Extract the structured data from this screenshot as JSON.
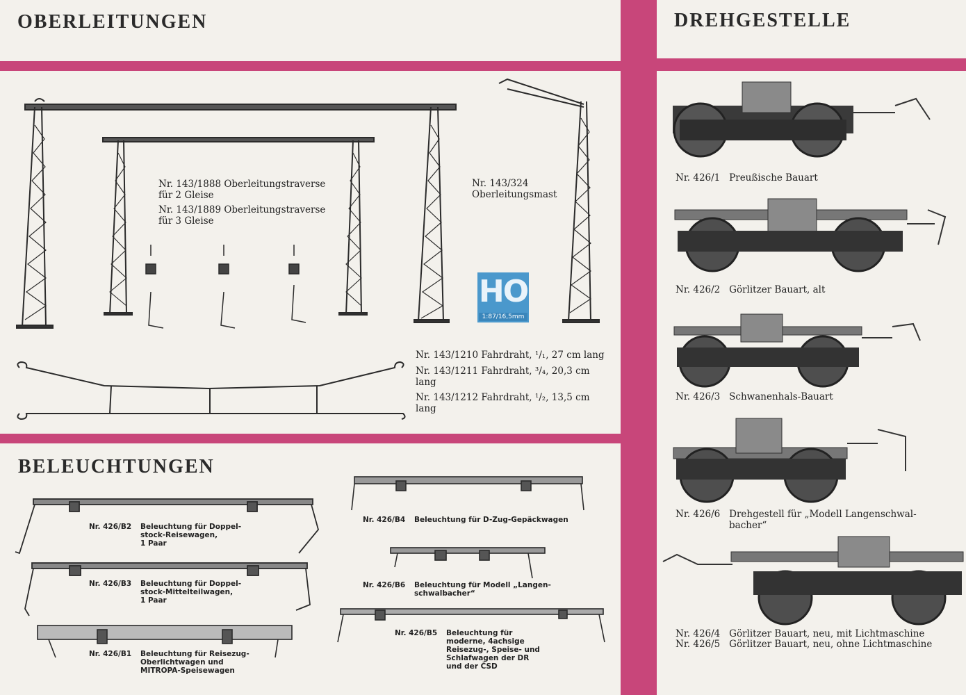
{
  "colors": {
    "band": "#c8467a",
    "paper": "#f3f1ec",
    "ink": "#1a1a1a",
    "ho_blue": "#4a98cc"
  },
  "sections": {
    "overhead": {
      "title": "OBERLEITUNGEN"
    },
    "bogies": {
      "title": "DREHGESTELLE"
    },
    "lighting": {
      "title": "BELEUCHTUNGEN"
    }
  },
  "overhead": {
    "traverse": [
      {
        "nr": "Nr. 143/1888",
        "line1": "Oberleitungstraverse",
        "line2": "für 2 Gleise"
      },
      {
        "nr": "Nr. 143/1889",
        "line1": "Oberleitungstraverse",
        "line2": "für 3 Gleise"
      }
    ],
    "mast": {
      "nr": "Nr. 143/324",
      "line1": "Oberleitungsmast"
    },
    "ho_logo": {
      "big": "HO",
      "small": "1:87/16,5mm"
    },
    "wires": [
      {
        "nr": "Nr. 143/1210",
        "text": "Fahrdraht, ¹/₁, 27 cm lang"
      },
      {
        "nr": "Nr. 143/1211",
        "text": "Fahrdraht, ³/₄, 20,3 cm",
        "cont": "lang"
      },
      {
        "nr": "Nr. 143/1212",
        "text": "Fahrdraht, ¹/₂, 13,5 cm",
        "cont": "lang"
      }
    ]
  },
  "lighting": [
    {
      "nr": "Nr. 426/B2",
      "l1": "Beleuchtung für Doppel-",
      "l2": "stock-Reisewagen,",
      "l3": "1 Paar"
    },
    {
      "nr": "Nr. 426/B3",
      "l1": "Beleuchtung für Doppel-",
      "l2": "stock-Mittelteilwagen,",
      "l3": "1 Paar"
    },
    {
      "nr": "Nr. 426/B1",
      "l1": "Beleuchtung für Reisezug-",
      "l2": "Oberlichtwagen und",
      "l3": "MITROPA-Speisewagen"
    },
    {
      "nr": "Nr. 426/B4",
      "l1": "Beleuchtung für D-Zug-Gepäckwagen"
    },
    {
      "nr": "Nr. 426/B6",
      "l1": "Beleuchtung für Modell „Langen-",
      "l2": "schwalbacher“"
    },
    {
      "nr": "Nr. 426/B5",
      "l1": "Beleuchtung für",
      "l2": "moderne, 4achsige",
      "l3": "Reisezug-, Speise- und",
      "l4": "Schlafwagen der DR",
      "l5": "und der ČSD"
    }
  ],
  "bogies": [
    {
      "nr": "Nr. 426/1",
      "text": "Preußische Bauart"
    },
    {
      "nr": "Nr. 426/2",
      "text": "Görlitzer Bauart, alt"
    },
    {
      "nr": "Nr. 426/3",
      "text": "Schwanenhals-Bauart"
    },
    {
      "nr": "Nr. 426/6",
      "text": "Drehgestell für „Modell Langenschwal-",
      "cont": "bacher“"
    },
    {
      "nr": "Nr. 426/4",
      "text": "Görlitzer Bauart, neu, mit Lichtmaschine"
    },
    {
      "nr": "Nr. 426/5",
      "text": "Görlitzer Bauart, neu, ohne Lichtmaschine"
    }
  ]
}
